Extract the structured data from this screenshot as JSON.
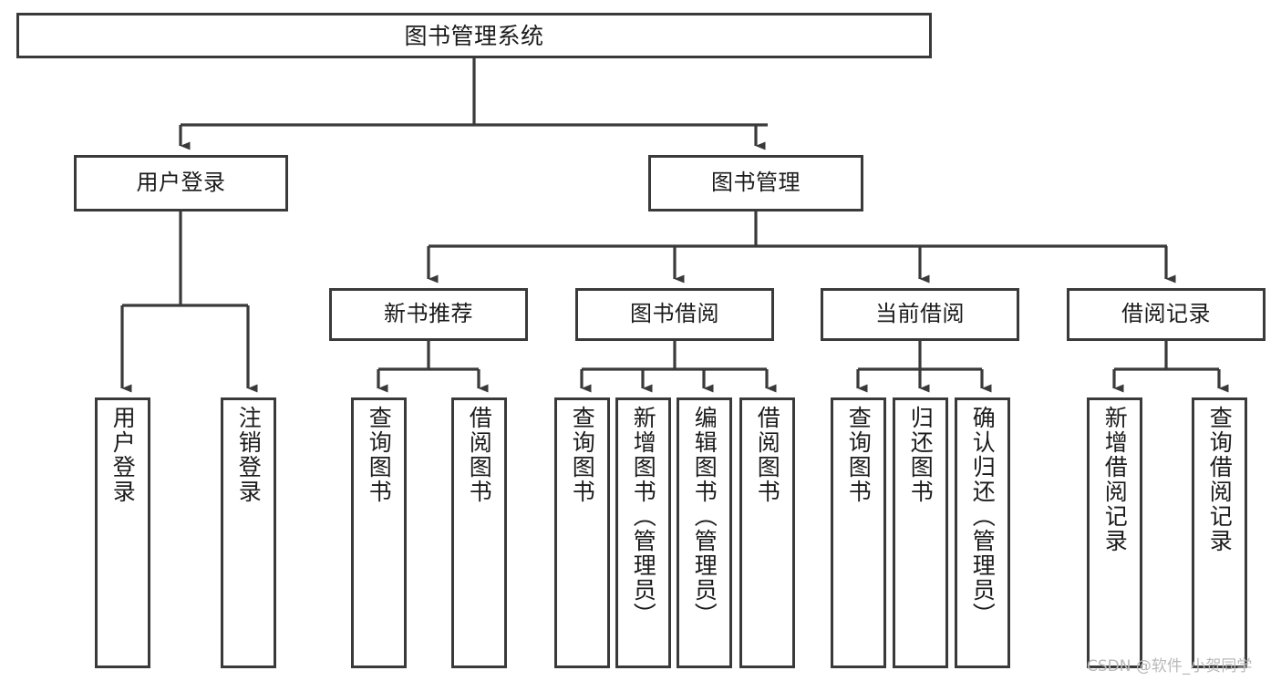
{
  "diagram": {
    "type": "tree-hierarchy",
    "title": "图书管理系统",
    "orientation": "top-down",
    "line_color": "#3a3a3a",
    "box_fill": "#ffffff",
    "text_color": "#1b1b1b",
    "watermark": "CSDN @软件_小贺同学",
    "levels": [
      {
        "level": 1,
        "nodes": [
          {
            "id": "root",
            "label": "图书管理系统"
          }
        ]
      },
      {
        "level": 2,
        "nodes": [
          {
            "id": "user-login",
            "label": "用户登录",
            "parent": "root"
          },
          {
            "id": "book-manage",
            "label": "图书管理",
            "parent": "root"
          }
        ]
      },
      {
        "level": 3,
        "nodes": [
          {
            "id": "new-book-rec",
            "label": "新书推荐",
            "parent": "book-manage"
          },
          {
            "id": "book-borrow",
            "label": "图书借阅",
            "parent": "book-manage"
          },
          {
            "id": "current-borrow",
            "label": "当前借阅",
            "parent": "book-manage"
          },
          {
            "id": "borrow-record",
            "label": "借阅记录",
            "parent": "book-manage"
          }
        ]
      },
      {
        "level": 4,
        "nodes": [
          {
            "id": "leaf-user-login",
            "label": "用户登录",
            "parent": "user-login"
          },
          {
            "id": "leaf-logout",
            "label": "注销登录",
            "parent": "user-login"
          },
          {
            "id": "leaf-query-book-1",
            "label": "查询图书",
            "parent": "new-book-rec"
          },
          {
            "id": "leaf-borrow-book-1",
            "label": "借阅图书",
            "parent": "new-book-rec"
          },
          {
            "id": "leaf-query-book-2",
            "label": "查询图书",
            "parent": "book-borrow"
          },
          {
            "id": "leaf-add-book",
            "label": "新增图书（管理员）",
            "parent": "book-borrow"
          },
          {
            "id": "leaf-edit-book",
            "label": "编辑图书（管理员）",
            "parent": "book-borrow"
          },
          {
            "id": "leaf-borrow-book-2",
            "label": "借阅图书",
            "parent": "book-borrow"
          },
          {
            "id": "leaf-query-book-3",
            "label": "查询图书",
            "parent": "current-borrow"
          },
          {
            "id": "leaf-return-book",
            "label": "归还图书",
            "parent": "current-borrow"
          },
          {
            "id": "leaf-confirm-return",
            "label": "确认归还（管理员）",
            "parent": "current-borrow"
          },
          {
            "id": "leaf-add-record",
            "label": "新增借阅记录",
            "parent": "borrow-record"
          },
          {
            "id": "leaf-query-record",
            "label": "查询借阅记录",
            "parent": "borrow-record"
          }
        ]
      }
    ]
  }
}
